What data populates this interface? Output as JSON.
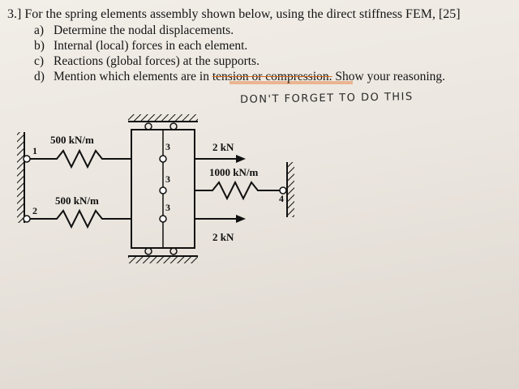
{
  "question": {
    "title": "3.] For the spring elements assembly shown below, using the direct stiffness FEM, [25]",
    "parts": [
      {
        "label": "a)",
        "text": "Determine the nodal displacements."
      },
      {
        "label": "b)",
        "text": "Internal (local) forces in each element."
      },
      {
        "label": "c)",
        "text": "Reactions (global forces) at the supports."
      },
      {
        "label": "d)",
        "text_before": "Mention which elements are in ",
        "text_struck": "tension or compression.",
        "text_after": " Show your reasoning."
      }
    ]
  },
  "handwritten_note": "DON'T FORGET TO DO THIS",
  "figure": {
    "spring_top_left_stiffness": "500 kN/m",
    "spring_bottom_left_stiffness": "500 kN/m",
    "spring_right_stiffness": "1000 kN/m",
    "force_top": "2 kN",
    "force_bottom": "2 kN",
    "node_1": "1",
    "node_2": "2",
    "node_3_top": "3",
    "node_3_middle": "3",
    "node_3_bottom": "3",
    "node_4": "4"
  },
  "colors": {
    "highlight": "#e8894a",
    "ink": "#111111"
  }
}
